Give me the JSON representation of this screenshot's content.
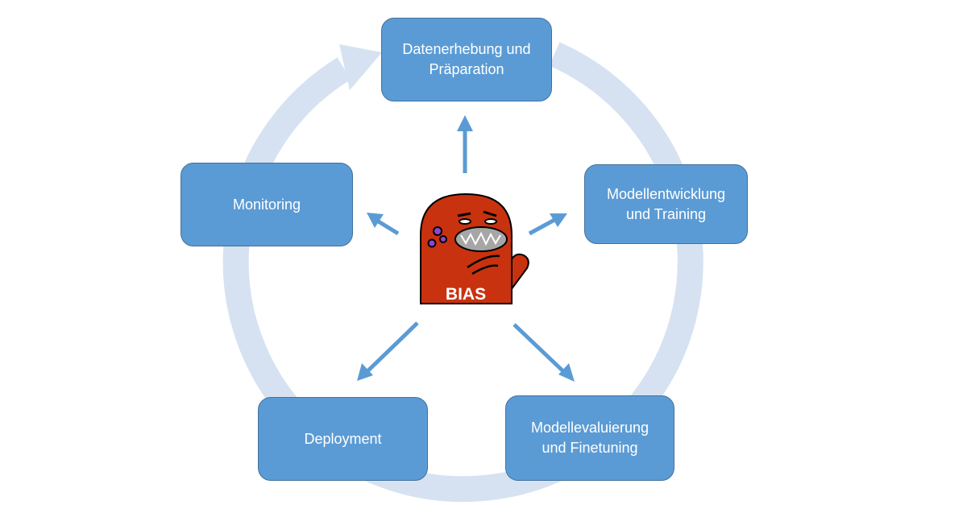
{
  "stages": [
    {
      "label": "Datenerhebung und\nPräparation"
    },
    {
      "label": "Modellentwicklung\nund Training"
    },
    {
      "label": "Modellevaluierung\nund Finetuning"
    },
    {
      "label": "Deployment"
    },
    {
      "label": "Monitoring"
    }
  ],
  "center": {
    "label": "BIAS"
  },
  "colors": {
    "box_fill": "#5b9bd5",
    "box_border": "#41719c",
    "box_text": "#ffffff",
    "cycle_ring": "#d6e2f1",
    "arrow": "#5b9bd5",
    "monster_body": "#c9320f",
    "monster_outline": "#000000",
    "monster_mouth": "#a6a6a6",
    "monster_spots": "#8e44d6"
  },
  "icons": [
    "cycle-ring",
    "arrow-icon",
    "bias-monster-icon"
  ]
}
